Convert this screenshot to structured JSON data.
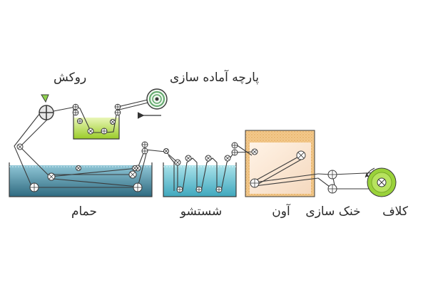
{
  "labels": {
    "rokesh": "روکش",
    "fabric_prep": "پارچه  آماده سازی",
    "bath": "حمام",
    "washing": "شستشو",
    "oven": "آون",
    "cooling": "خنک سازی",
    "roll": "کلاف"
  },
  "colors": {
    "line": "#3a3a3a",
    "bath_water": "#5aa0b6",
    "bath_water_dark": "#2e6f86",
    "wash_water": "#6fc3d4",
    "coat_liquid": "#9ccf2e",
    "oven_fill": "#f9e7d6",
    "oven_dots": "#d9b16a",
    "roll_green": "#9ad23a",
    "source_roll": "#7fc07a",
    "trough_green": "#7bbf3a"
  },
  "icons": {
    "roller": "roller-icon",
    "guide": "guide-roller-icon",
    "source_roll": "fabric-roll-icon",
    "output_roll": "output-roll-icon",
    "coating_knife": "coating-knife-icon",
    "direction_arrow": "arrow-left-icon"
  }
}
